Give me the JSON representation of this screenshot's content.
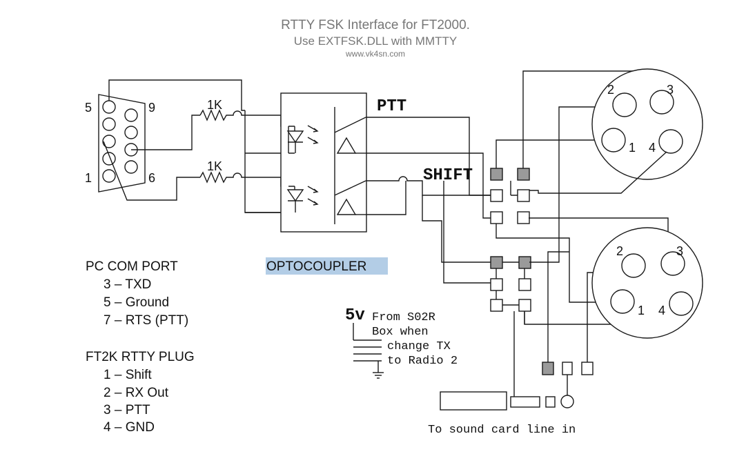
{
  "title": {
    "line1": "RTTY FSK Interface for FT2000.",
    "line2": "Use EXTFSK.DLL with MMTTY",
    "url": "www.vk4sn.com"
  },
  "db9": {
    "pin5": "5",
    "pin9": "9",
    "pin1": "1",
    "pin6": "6"
  },
  "resistors": {
    "upper": "1K",
    "lower": "1K"
  },
  "labels": {
    "ptt": "PTT",
    "shift": "SHIFT",
    "optocoupler": "OPTOCOUPLER",
    "sound_card": "To sound card line in"
  },
  "power_note": {
    "voltage": "5v",
    "line1": "From S02R",
    "line2": "Box when",
    "line3": "change TX",
    "line4": "to Radio 2"
  },
  "connectors": {
    "upper": {
      "p2": "2",
      "p3": "3",
      "p1": "1",
      "p4": "4"
    },
    "lower": {
      "p2": "2",
      "p3": "3",
      "p1": "1",
      "p4": "4"
    }
  },
  "pc_com_port": {
    "heading": "PC COM PORT",
    "pins": [
      "3 – TXD",
      "5 – Ground",
      "7 – RTS (PTT)"
    ]
  },
  "ft2k_plug": {
    "heading": "FT2K RTTY PLUG",
    "pins": [
      "1 – Shift",
      "2 – RX Out",
      "3 – PTT",
      "4 – GND"
    ]
  },
  "colors": {
    "optocoupler_highlight": "#b3cde6",
    "switch_grey": "#9a9a9a",
    "title_grey": "#777777"
  }
}
